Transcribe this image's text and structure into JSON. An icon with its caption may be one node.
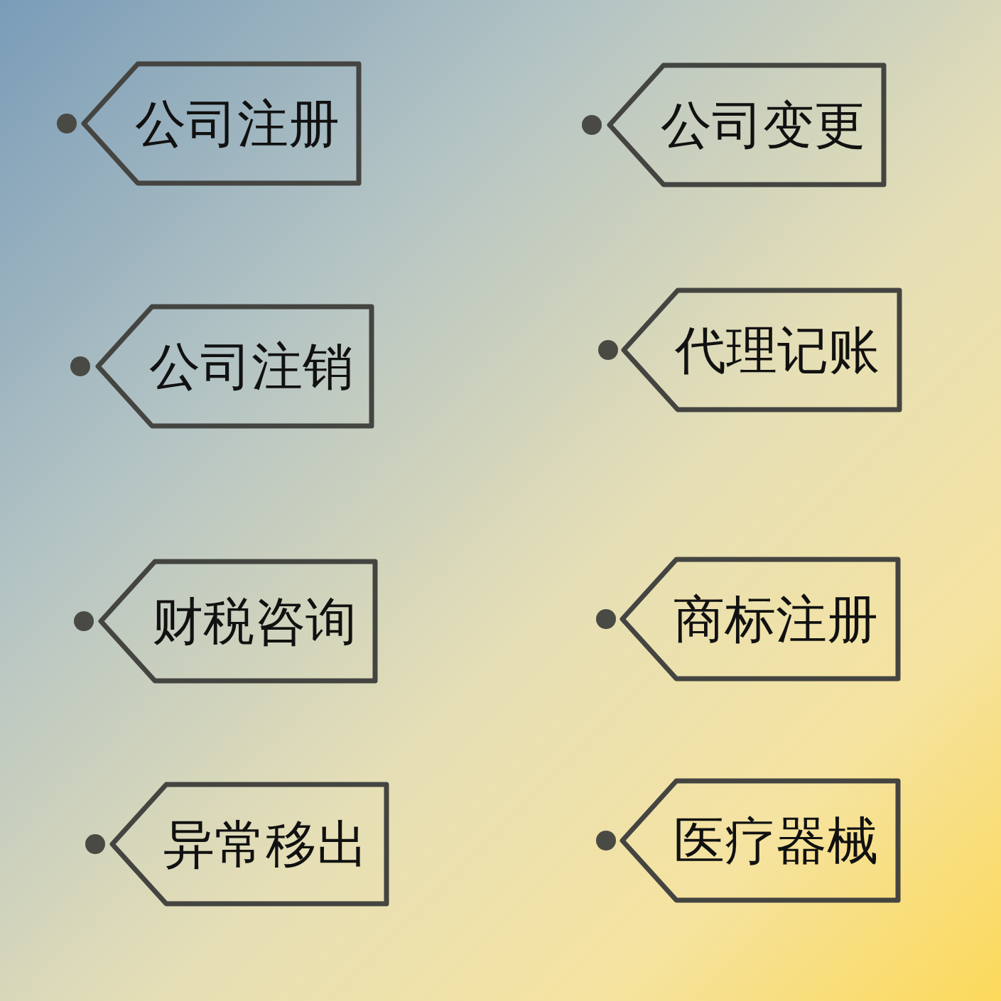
{
  "diagram": {
    "nodes": [
      {
        "text": [
          "公司注册"
        ]
      },
      {
        "text": [
          "公司变更"
        ]
      },
      {
        "text": [
          "公司注销"
        ]
      },
      {
        "text": [
          "代理记账"
        ]
      },
      {
        "text": [
          "财税咨询"
        ]
      },
      {
        "text": [
          "商标注册"
        ]
      },
      {
        "text": [
          "异常移出"
        ]
      },
      {
        "text": [
          "医疗器械"
        ]
      }
    ]
  }
}
